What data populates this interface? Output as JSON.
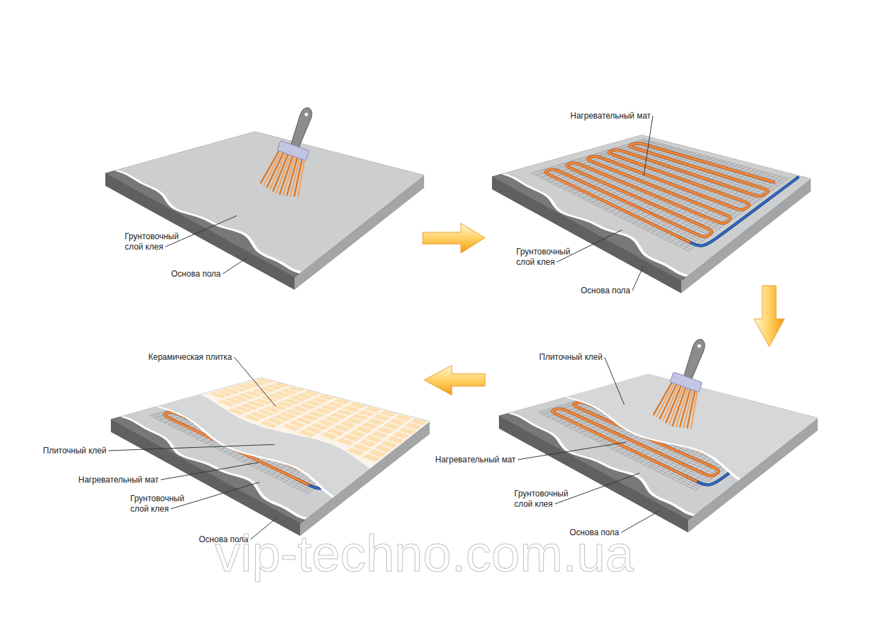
{
  "diagram": {
    "labels": [
      "Грунтовочный слой клея",
      "Основа пола",
      "Нагревательный мат",
      "Грунтовочный слой клея",
      "Основа пола",
      "Плиточный клей",
      "Нагревательный мат",
      "Грунтовочный слой клея",
      "Основа пола",
      "Керамическая плитка",
      "Плиточный клей",
      "Нагревательный мат",
      "Грунтовочный слой клея",
      "Основа пола",
      "vip-techno.com.ua"
    ]
  }
}
